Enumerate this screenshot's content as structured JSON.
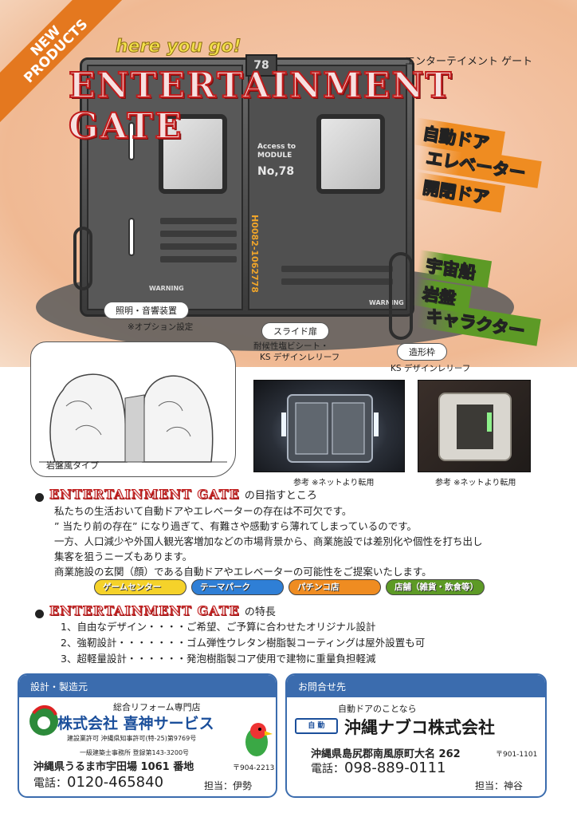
{
  "hero": {
    "corner_line1": "NEW",
    "corner_line2": "PRODUCTS",
    "tagline": "here you go!",
    "title": "ENTERTAINMENT GATE",
    "title_kana": "エンターテイメント ゲート",
    "badge_number": "78",
    "module_text_line1": "Access to",
    "module_text_line2": "MODULE",
    "module_number": "No,78",
    "vertical_code": "H0082-1062778",
    "warning_left": "WARNING",
    "warning_right": "WARNING"
  },
  "features_orange": [
    "自動ドア",
    "エレベーター",
    "開閉ドア"
  ],
  "features_green": [
    "宇宙船",
    "岩盤",
    "キャラクター"
  ],
  "labels": {
    "lighting": "照明・音響装置",
    "lighting_note": "※オプション設定",
    "slide": "スライド扉",
    "slide_note_1": "耐候性塩ビシート・",
    "slide_note_2": "KS デザインレリーフ",
    "frame": "造形枠",
    "frame_note": "KS デザインレリーフ"
  },
  "rock": {
    "label": "岩盤風タイプ"
  },
  "photos": [
    {
      "caption": "参考 ※ネットより転用"
    },
    {
      "caption": "参考 ※ネットより転用"
    }
  ],
  "section1": {
    "brand": "ENTERTAINMENT GATE",
    "suffix": "の目指すところ",
    "lines": [
      "私たちの生活おいて自動ドアやエレベーターの存在は不可欠です。",
      "” 当たり前の存在” になり過ぎて、有難さや感動すら薄れてしまっているのです。",
      "一方、人口減少や外国人観光客増加などの市場背景から、商業施設では差別化や個性を打ち出し",
      "集客を狙うニーズもあります。",
      "商業施設の玄関（顔）である自動ドアやエレベーターの可能性をご提案いたします。"
    ]
  },
  "categories": [
    {
      "label": "ゲームセンター",
      "color": "#f5d22a"
    },
    {
      "label": "テーマパーク",
      "color": "#2f7fd6"
    },
    {
      "label": "パチンコ店",
      "color": "#ef8c21"
    },
    {
      "label": "店舗（雑貨・飲食等）",
      "color": "#5d9a26"
    }
  ],
  "section2": {
    "brand": "ENTERTAINMENT GATE",
    "suffix": "の特長",
    "items": [
      "1、自由なデザイン・・・・ご希望、ご予算に合わせたオリジナル設計",
      "2、強靭設計・・・・・・・ゴム弾性ウレタン樹脂製コーティングは屋外設置も可",
      "3、超軽量設計・・・・・・発泡樹脂製コア使用で建物に重量負担軽減"
    ]
  },
  "designer": {
    "header": "設計・製造元",
    "subtitle": "総合リフォーム専門店",
    "name": "株式会社 喜神サービス",
    "license1": "建設業許可 沖縄県知事許可(特-25)第9769号",
    "license2": "一級建築士事務所 登録第143-3200号",
    "address": "沖縄県うるま市宇田場 1061 番地",
    "postal": "〒904-2213",
    "tel_label": "電話：",
    "tel": "0120-465840",
    "charge": "担当：伊勢"
  },
  "contact": {
    "header": "お問合せ先",
    "subtitle": "自動ドアのことなら",
    "logo_text": "自 動",
    "name": "沖縄ナブコ株式会社",
    "address": "沖縄県島尻郡南風原町大名 262",
    "postal": "〒901-1101",
    "tel_label": "電話：",
    "tel": "098-889-0111",
    "charge": "担当：神谷"
  }
}
